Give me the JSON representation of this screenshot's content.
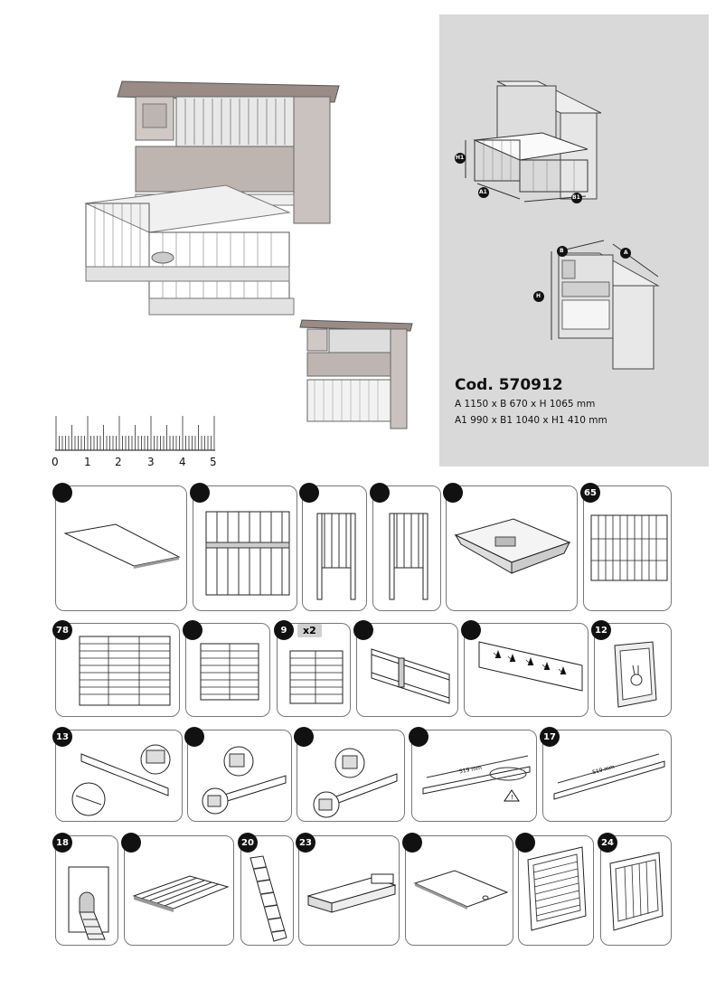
{
  "product": {
    "code": "Cod. 570912",
    "dimensions_main": "A 1150 x B 670 x H 1065 mm",
    "dimensions_small": "A1 990 x B1 1040 x H1 410 mm"
  },
  "diagram_labels": {
    "h1": "H1",
    "a1": "A1",
    "b1": "B1",
    "a": "A",
    "b": "B",
    "h": "H"
  },
  "ruler": {
    "numbers": [
      "0",
      "1",
      "2",
      "3",
      "4",
      "5"
    ]
  },
  "parts": [
    {
      "id": "roof-panel",
      "badge": ""
    },
    {
      "id": "back-panel",
      "badge": ""
    },
    {
      "id": "side-panel-left",
      "badge": ""
    },
    {
      "id": "side-panel-right",
      "badge": ""
    },
    {
      "id": "litter-tray",
      "badge": ""
    },
    {
      "id": "grid-panel-65",
      "badge": "65"
    },
    {
      "id": "grid-panel-78",
      "badge": "78"
    },
    {
      "id": "grid-panel-small",
      "badge": ""
    },
    {
      "id": "grid-panel-9",
      "badge": "9",
      "qty": "x2"
    },
    {
      "id": "frame-slider",
      "badge": ""
    },
    {
      "id": "decor-front-panel",
      "badge": ""
    },
    {
      "id": "rabbit-door-12",
      "badge": "12"
    },
    {
      "id": "beam-13",
      "badge": "13"
    },
    {
      "id": "beam-14",
      "badge": ""
    },
    {
      "id": "beam-15",
      "badge": ""
    },
    {
      "id": "rail-519-a",
      "badge": "",
      "measure": "519 mm"
    },
    {
      "id": "rail-519-b",
      "badge": "17",
      "measure": "519 mm"
    },
    {
      "id": "ramp-door-18",
      "badge": "18"
    },
    {
      "id": "floor-slats",
      "badge": ""
    },
    {
      "id": "ladder-20",
      "badge": "20"
    },
    {
      "id": "shelf-23",
      "badge": "23"
    },
    {
      "id": "floor-board",
      "badge": ""
    },
    {
      "id": "front-grid-door",
      "badge": ""
    },
    {
      "id": "side-grid-door-24",
      "badge": "24"
    }
  ]
}
